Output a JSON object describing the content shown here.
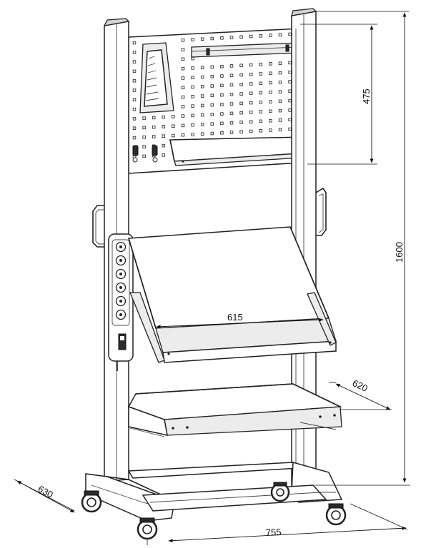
{
  "dimensions": {
    "total_height": "1600",
    "panel_height": "475",
    "tray_width": "615",
    "shelf_depth": "620",
    "base_depth": "630",
    "base_width": "755"
  }
}
